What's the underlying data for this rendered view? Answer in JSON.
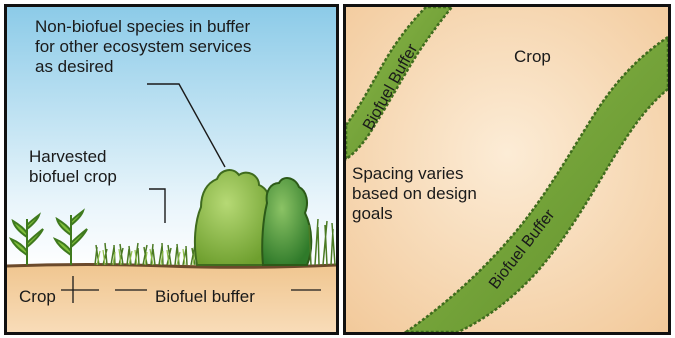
{
  "left_panel": {
    "annotation_species": "Non-biofuel species in buffer\nfor other ecosystem services\nas desired",
    "annotation_harvested": "Harvested\nbiofuel crop",
    "label_crop": "Crop",
    "label_buffer": "Biofuel buffer"
  },
  "right_panel": {
    "label_crop": "Crop",
    "label_buffer_upper": "Biofuel Buffer",
    "label_buffer_lower": "Biofuel Buffer",
    "label_spacing": "Spacing varies\nbased on design\ngoals"
  },
  "colors": {
    "sky_top": "#8ccbe8",
    "sky_bottom": "#ffffff",
    "soil": "#f4d3a8",
    "ground_line": "#6b4a2b",
    "buffer_green": "#7aa63c",
    "buffer_dark": "#3f6b1e",
    "shrub_green": "#8fbf4a",
    "tree_green": "#4f9a3a",
    "crop_field_light": "#fbe7cc",
    "crop_field": "#f2c99a"
  }
}
